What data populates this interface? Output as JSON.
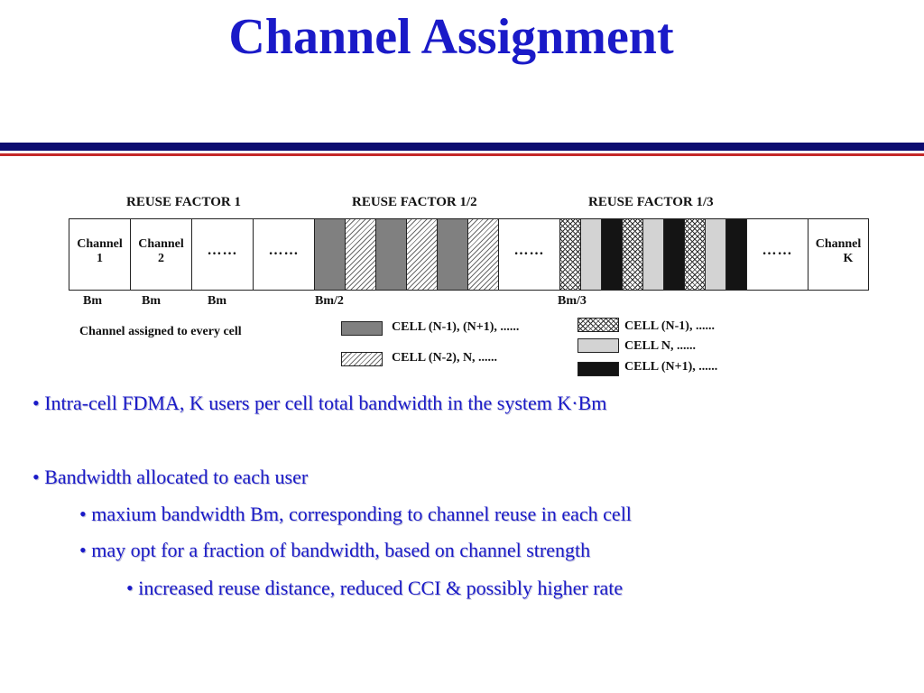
{
  "slide": {
    "title": "Channel Assignment",
    "colors": {
      "title": "#1a1ac8",
      "rule_navy": "#0c0c70",
      "rule_red": "#c42828"
    }
  },
  "diagram": {
    "headers": [
      "REUSE FACTOR 1",
      "REUSE FACTOR 1/2",
      "REUSE FACTOR 1/3"
    ],
    "channel1": {
      "line1": "Channel",
      "line2": "1"
    },
    "channel2": {
      "line1": "Channel",
      "line2": "2"
    },
    "channelK": {
      "line1": "Channel",
      "line2": "K"
    },
    "dots": "……",
    "bandwidth_labels": [
      "Bm",
      "Bm",
      "Bm",
      "Bm/2",
      "Bm/3"
    ],
    "left_caption": "Channel assigned to every cell",
    "legend": {
      "half": [
        "CELL (N-1), (N+1), ......",
        "CELL (N-2), N, ......"
      ],
      "third": [
        "CELL (N-1), ......",
        "CELL N, ......",
        "CELL (N+1), ......"
      ]
    }
  },
  "bullets": [
    {
      "level": 1,
      "text": "• Intra-cell FDMA, K users per cell  total bandwidth in the system K·Bm"
    },
    {
      "level": 1,
      "text": "• Bandwidth allocated to each user"
    },
    {
      "level": 2,
      "text": "• maxium bandwidth Bm, corresponding to channel reuse in each cell"
    },
    {
      "level": 2,
      "text": "• may opt for a fraction of bandwidth, based on channel strength"
    },
    {
      "level": 3,
      "text": "• increased reuse distance,  reduced CCI & possibly higher rate"
    }
  ]
}
